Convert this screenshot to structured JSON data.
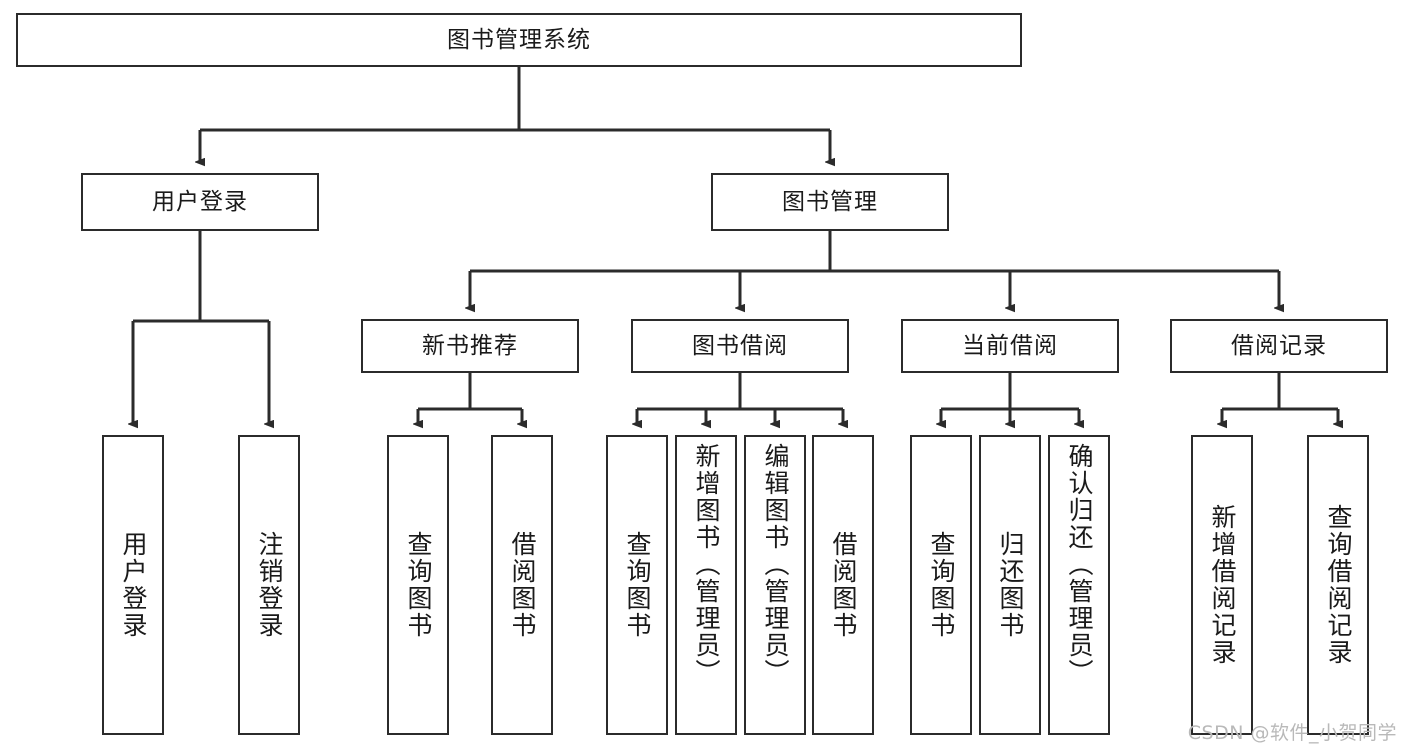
{
  "diagram": {
    "title": "图书管理系统",
    "type": "tree-hierarchy",
    "root": {
      "label": "图书管理系统"
    },
    "level2": [
      {
        "label": "用户登录"
      },
      {
        "label": "图书管理"
      }
    ],
    "level3": [
      {
        "label": "新书推荐"
      },
      {
        "label": "图书借阅"
      },
      {
        "label": "当前借阅"
      },
      {
        "label": "借阅记录"
      }
    ],
    "leaves_user_login": [
      {
        "label": "用户登录"
      },
      {
        "label": "注销登录"
      }
    ],
    "leaves_new_book": [
      {
        "label": "查询图书"
      },
      {
        "label": "借阅图书"
      }
    ],
    "leaves_borrow": [
      {
        "label": "查询图书"
      },
      {
        "label": "新增图书（管理员）"
      },
      {
        "label": "编辑图书（管理员）"
      },
      {
        "label": "借阅图书"
      }
    ],
    "leaves_current": [
      {
        "label": "查询图书"
      },
      {
        "label": "归还图书"
      },
      {
        "label": "确认归还（管理员）"
      }
    ],
    "leaves_records": [
      {
        "label": "新增借阅记录"
      },
      {
        "label": "查询借阅记录"
      }
    ]
  },
  "watermark": {
    "text": "CSDN @软件_小贺同学"
  },
  "colors": {
    "stroke": "#2b2b2b",
    "background": "#ffffff",
    "text": "#1a1a1a",
    "watermark": "#b9b9b9"
  }
}
